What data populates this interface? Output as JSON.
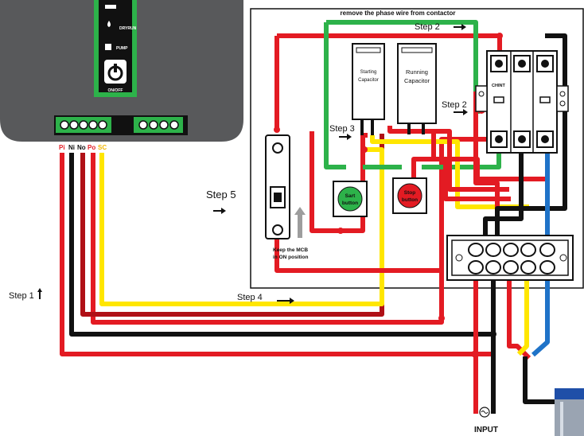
{
  "device": {
    "labels": {
      "dryrun": "DRYRUN",
      "pump": "PUMP",
      "onoff": "ON/OFF"
    },
    "terminals": [
      {
        "label": "Pi",
        "color": "#e31b23"
      },
      {
        "label": "Ni",
        "color": "#111111"
      },
      {
        "label": "No",
        "color": "#111111"
      },
      {
        "label": "Po",
        "color": "#e31b23"
      },
      {
        "label": "SC",
        "color": "#f2b705"
      }
    ]
  },
  "panel": {
    "instruction": "remove the phase wire from contactor",
    "starting_capacitor": [
      "Starting",
      "Capacitor"
    ],
    "running_capacitor": [
      "Running",
      "Capacitor"
    ],
    "contactor_brand": "CHINT",
    "start_button": [
      "Sart",
      "button"
    ],
    "stop_button": [
      "Stop",
      "button"
    ],
    "mcb_note": [
      "Keep the MCB",
      "in ON position"
    ]
  },
  "steps": {
    "step1": "Step 1",
    "step2_top": "Step 2",
    "step2_side": "Step 2",
    "step3": "Step 3",
    "step4": "Step 4",
    "step5": "Step 5"
  },
  "input_label": "INPUT",
  "colors": {
    "red": "#e31b23",
    "black": "#111111",
    "yellow": "#ffe600",
    "green": "#2db24a",
    "blue": "#1f73c8",
    "device": "#58595b"
  }
}
